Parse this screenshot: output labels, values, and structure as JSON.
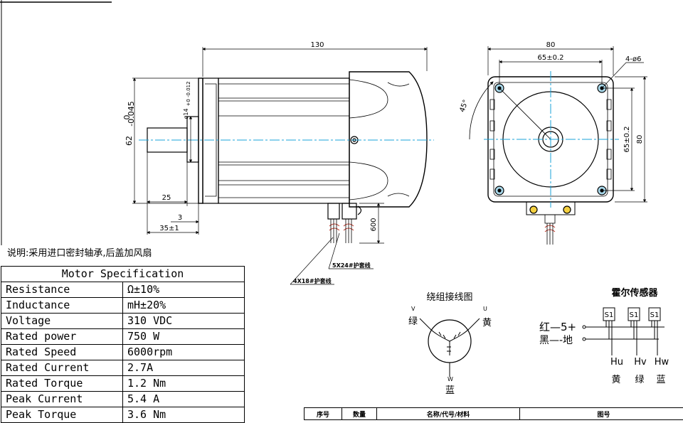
{
  "note": "说明:采用进口密封轴承,后盖加风扇",
  "dimensions": {
    "length": "130",
    "flange_diameter": "62 ",
    "flange_tol_top": "0",
    "flange_tol_bottom": "-0.045",
    "shaft_diameter": "ø14",
    "shaft_tol": "+0 -0.012",
    "shaft_len": "25",
    "step": "3",
    "shaft_total": "35±1",
    "cable_len": "600",
    "square": "80",
    "pitch_h": "65±0.2",
    "holes": "4-ø6",
    "angle": "45°",
    "pitch_v": "65±0.2",
    "square_v": "80",
    "cable1": "5X24#护套线",
    "cable2": "4X18#护套线"
  },
  "winding": {
    "title": "绕组接线图",
    "v_label": "V",
    "v_color": "绿",
    "u_label": "U",
    "u_color": "黄",
    "w_label": "W",
    "w_color": "蓝"
  },
  "hall": {
    "title": "霍尔传感器",
    "power": "红—5+",
    "ground": "黑—-地",
    "sensor_label": "S1",
    "outputs": [
      {
        "name": "Hu",
        "color": "黄"
      },
      {
        "name": "Hv",
        "color": "绿"
      },
      {
        "name": "Hw",
        "color": "蓝"
      }
    ]
  },
  "spec": {
    "title": "Motor Specification",
    "rows": [
      {
        "key": "Resistance",
        "value": "Ω±10%"
      },
      {
        "key": "Inductance",
        "value": "mH±20%"
      },
      {
        "key": "Voltage",
        "value": "310 VDC"
      },
      {
        "key": "Rated power",
        "value": "750 W"
      },
      {
        "key": "Rated Speed",
        "value": "6000rpm"
      },
      {
        "key": "Rated Current",
        "value": "2.7A"
      },
      {
        "key": "Rated Torque",
        "value": "1.2 Nm"
      },
      {
        "key": "Peak Current",
        "value": "5.4 A"
      },
      {
        "key": "Peak Torque",
        "value": "3.6 Nm"
      }
    ]
  },
  "bom": {
    "h_no": "序号",
    "h_qty": "数量",
    "h_name": "名称/代号/材料",
    "h_drawing": "图号"
  }
}
